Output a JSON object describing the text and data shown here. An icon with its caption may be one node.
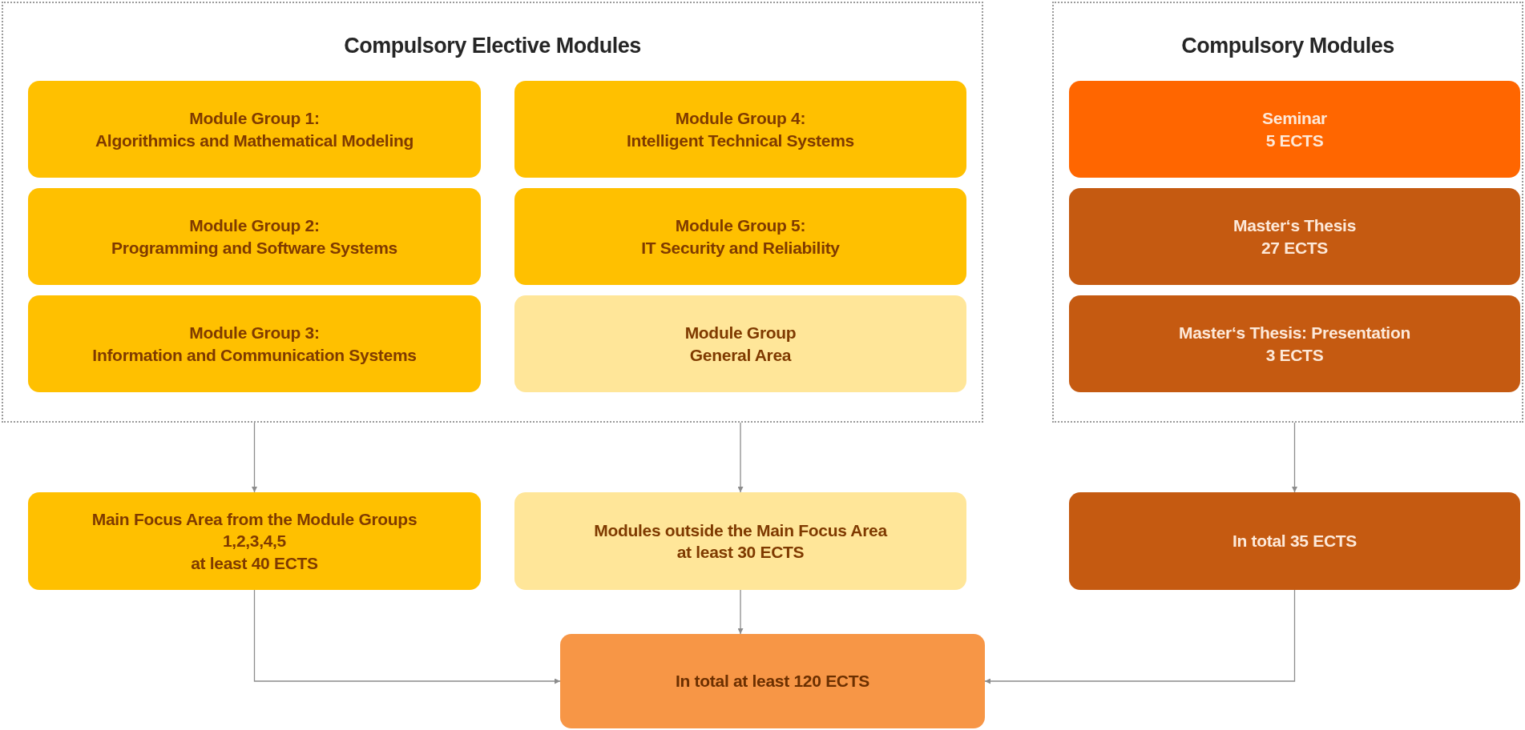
{
  "diagram": {
    "nodes": [
      {
        "text": [
          "Compulsory Elective Modules"
        ]
      },
      {
        "text": [
          "Module Group 1:",
          "Algorithmics and Mathematical Modeling"
        ],
        "in": 0
      },
      {
        "text": [
          "Module Group 4:",
          "Intelligent Technical Systems"
        ],
        "in": 0
      },
      {
        "text": [
          "Module Group 2:",
          "Programming and Software Systems"
        ],
        "in": 0
      },
      {
        "text": [
          "Module Group 5:",
          "IT Security and Reliability"
        ],
        "in": 0
      },
      {
        "text": [
          "Module Group 3:",
          "Information and Communication Systems"
        ],
        "in": 0
      },
      {
        "text": [
          "Module Group",
          "General Area"
        ],
        "in": 0
      },
      {
        "text": [
          "Compulsory Modules"
        ]
      },
      {
        "text": [
          "Seminar",
          "5 ECTS"
        ],
        "in": 7
      },
      {
        "text": [
          "Master‘s Thesis",
          "27 ECTS"
        ],
        "in": 7
      },
      {
        "text": [
          "Master‘s Thesis: Presentation",
          "3 ECTS"
        ],
        "in": 7
      },
      {
        "text": [
          "Main Focus Area from the Module Groups",
          "1,2,3,4,5",
          "at least 40 ECTS"
        ]
      },
      {
        "text": [
          "Modules outside the Main Focus Area",
          "at least 30 ECTS"
        ]
      },
      {
        "text": [
          "In total 35 ECTS"
        ]
      },
      {
        "text": [
          "In total at least 120 ECTS"
        ]
      }
    ],
    "edges": [
      {
        "from": 0,
        "to": 11,
        "arrow": "to"
      },
      {
        "from": 0,
        "to": 12,
        "arrow": "to"
      },
      {
        "from": 7,
        "to": 13,
        "arrow": "to"
      },
      {
        "from": 11,
        "to": 14,
        "arrow": "to"
      },
      {
        "from": 12,
        "to": 14,
        "arrow": "to"
      },
      {
        "from": 13,
        "to": 14,
        "arrow": "to"
      }
    ]
  }
}
